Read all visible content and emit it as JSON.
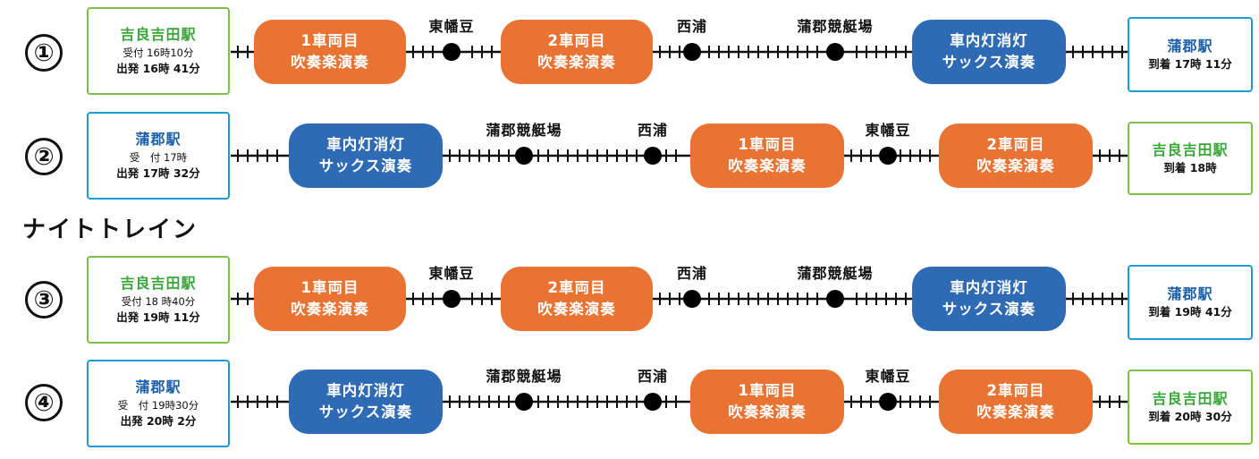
{
  "colors": {
    "orange": "#e87332",
    "blue_pill": "#2f6bb5",
    "green_border": "#7cc242",
    "blue_border": "#1f9bd8"
  },
  "night_train_label": "ナイトトレイン",
  "routes": [
    {
      "number": "①",
      "origin": {
        "name": "吉良吉田駅",
        "sub": "受付 16時10分",
        "main": "出発 16時 41分"
      },
      "dest": {
        "name": "蒲郡駅",
        "main": "到着 17時 11分"
      },
      "pills": [
        {
          "l1": "1車両目",
          "l2": "吹奏楽演奏"
        },
        {
          "l1": "2車両目",
          "l2": "吹奏楽演奏"
        },
        {
          "l1": "車内灯消灯",
          "l2": "サックス演奏"
        }
      ],
      "stops": [
        "東幡豆",
        "西浦",
        "蒲郡競艇場"
      ]
    },
    {
      "number": "②",
      "origin": {
        "name": "蒲郡駅",
        "sub": "受　付 17時",
        "main": "出発 17時 32分"
      },
      "dest": {
        "name": "吉良吉田駅",
        "main": "到着 18時"
      },
      "pills": [
        {
          "l1": "車内灯消灯",
          "l2": "サックス演奏"
        },
        {
          "l1": "1車両目",
          "l2": "吹奏楽演奏"
        },
        {
          "l1": "2車両目",
          "l2": "吹奏楽演奏"
        }
      ],
      "stops": [
        "蒲郡競艇場",
        "西浦",
        "東幡豆"
      ]
    },
    {
      "number": "③",
      "origin": {
        "name": "吉良吉田駅",
        "sub": "受付 18 時40分",
        "main": "出発 19時 11分"
      },
      "dest": {
        "name": "蒲郡駅",
        "main": "到着 19時 41分"
      },
      "pills": [
        {
          "l1": "1車両目",
          "l2": "吹奏楽演奏"
        },
        {
          "l1": "2車両目",
          "l2": "吹奏楽演奏"
        },
        {
          "l1": "車内灯消灯",
          "l2": "サックス演奏"
        }
      ],
      "stops": [
        "東幡豆",
        "西浦",
        "蒲郡競艇場"
      ]
    },
    {
      "number": "④",
      "origin": {
        "name": "蒲郡駅",
        "sub": "受　付 19時30分",
        "main": "出発 20時 2分"
      },
      "dest": {
        "name": "吉良吉田駅",
        "main": "到着 20時 30分"
      },
      "pills": [
        {
          "l1": "車内灯消灯",
          "l2": "サックス演奏"
        },
        {
          "l1": "1車両目",
          "l2": "吹奏楽演奏"
        },
        {
          "l1": "2車両目",
          "l2": "吹奏楽演奏"
        }
      ],
      "stops": [
        "蒲郡競艇場",
        "西浦",
        "東幡豆"
      ]
    }
  ]
}
